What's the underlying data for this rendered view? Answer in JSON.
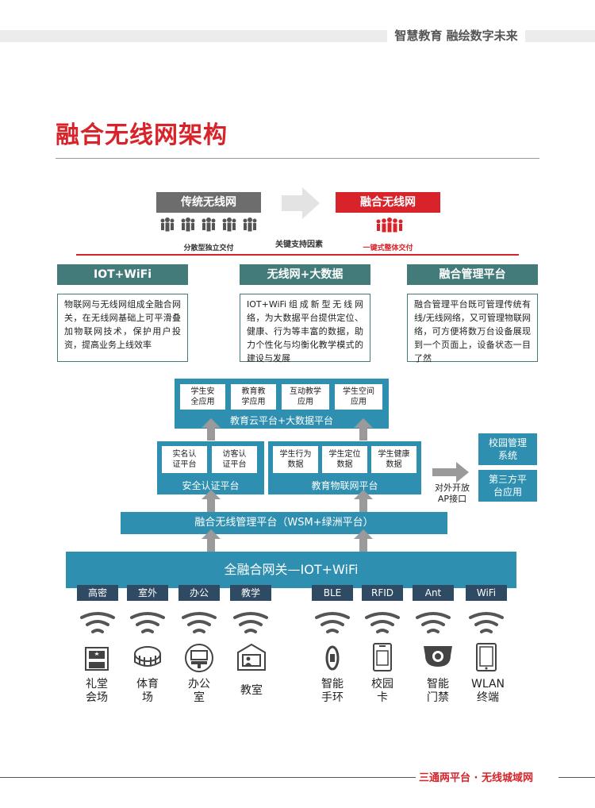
{
  "header": {
    "tagline": "智慧教育 融绘数字未来"
  },
  "title": "融合无线网架构",
  "comparison": {
    "legacy_label": "传统无线网",
    "legacy_caption": "分散型独立交付",
    "converged_label": "融合无线网",
    "converged_caption": "一键式整体交付",
    "middle_caption": "关键支持因素"
  },
  "features": [
    {
      "title": "IOT+WiFi",
      "desc": "物联网与无线网组成全融合网关，在无线网基础上可平滑叠加物联网技术，保护用户投资，提高业务上线效率"
    },
    {
      "title": "无线网+大数据",
      "desc": "IOT+WiFi组成新型无线网络，为大数据平台提供定位、健康、行为等丰富的数据，助力个性化与均衡化教学模式的建设与发展"
    },
    {
      "title": "融合管理平台",
      "desc": "融合管理平台既可管理传统有线/无线网络，又可管理物联网络，可方便将数万台设备展现到一个页面上，设备状态一目了然"
    }
  ],
  "cloud": {
    "label": "教育云平台+大数据平台",
    "apps": [
      "学生安\n全应用",
      "教育教\n学应用",
      "互动教学\n应用",
      "学生空间\n应用"
    ]
  },
  "auth": {
    "label": "安全认证平台",
    "items": [
      "实名认\n证平台",
      "访客认\n证平台"
    ]
  },
  "iot": {
    "label": "教育物联网平台",
    "items": [
      "学生行为\n数据",
      "学生定位\n数据",
      "学生健康\n数据"
    ]
  },
  "open_ap": "对外开放\nAP接口",
  "side_apps": [
    "校园管理\n系统",
    "第三方平\n台应用"
  ],
  "wsm": "融合无线管理平台（WSM+绿洲平台）",
  "gateway": "全融合网关—IOT+WiFi",
  "categories": [
    "高密",
    "室外",
    "办公",
    "教学",
    "BLE",
    "RFID",
    "Ant",
    "WiFi"
  ],
  "devices": [
    {
      "icon": "auditorium-icon",
      "label": "礼堂\n会场"
    },
    {
      "icon": "stadium-icon",
      "label": "体育\n场"
    },
    {
      "icon": "office-icon",
      "label": "办公\n室"
    },
    {
      "icon": "classroom-icon",
      "label": "教室"
    },
    {
      "icon": "wristband-icon",
      "label": "智能\n手环"
    },
    {
      "icon": "campus-card-icon",
      "label": "校园\n卡"
    },
    {
      "icon": "camera-icon",
      "label": "智能\n门禁"
    },
    {
      "icon": "tablet-icon",
      "label": "WLAN\n终端"
    }
  ],
  "footer": "三通两平台 · 无线城域网",
  "colors": {
    "brand_red": "#d8232a",
    "teal": "#437b7a",
    "panel_blue": "#2e8fb0",
    "navy": "#2f4a63",
    "grey": "#6d6d6d"
  }
}
